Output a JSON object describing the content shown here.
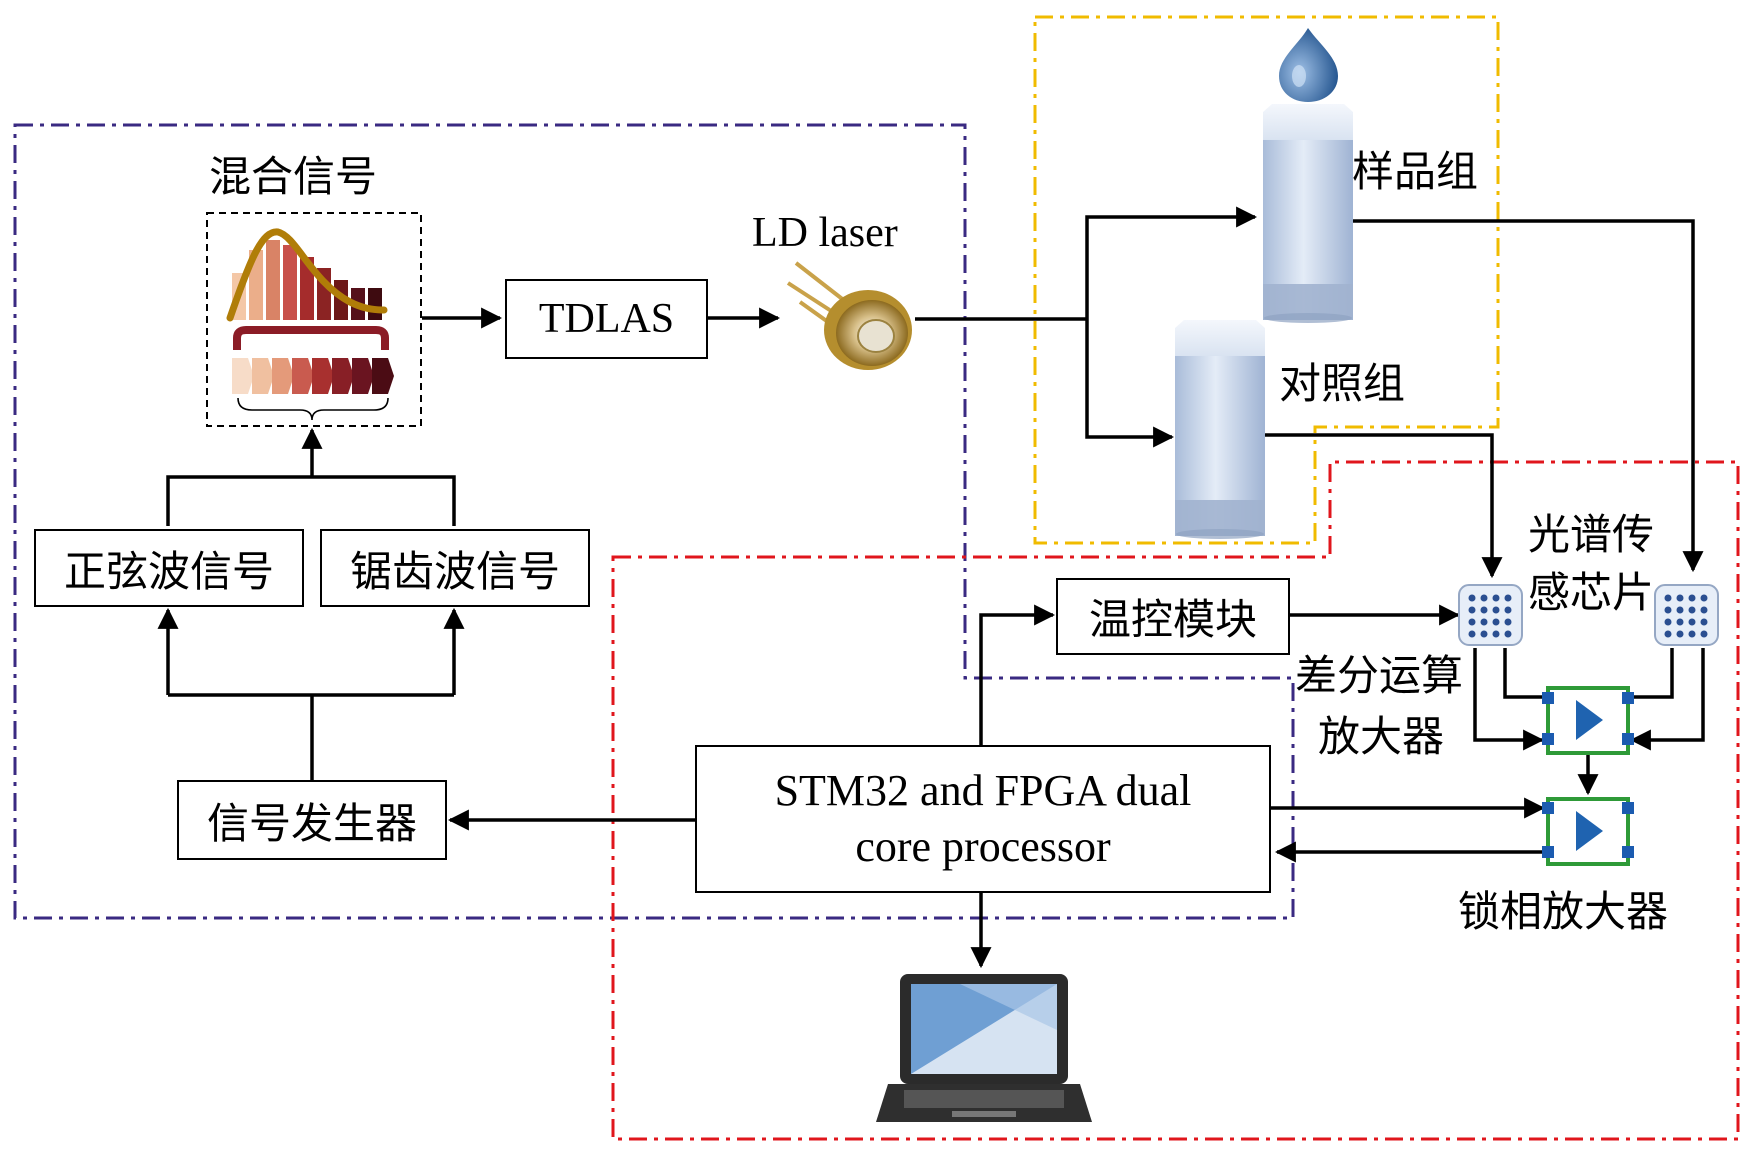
{
  "labels": {
    "mixed_signal": "混合信号",
    "tdlas": "TDLAS",
    "ld_laser": "LD laser",
    "sample_group": "样品组",
    "control_group": "对照组",
    "sine_wave": "正弦波信号",
    "sawtooth_wave": "锯齿波信号",
    "signal_generator": "信号发生器",
    "temp_module": "温控模块",
    "spectral_chip_line1": "光谱传",
    "spectral_chip_line2": "感芯片",
    "diff_amp_line1": "差分运算",
    "diff_amp_line2": "放大器",
    "processor_line1": "STM32 and FPGA dual",
    "processor_line2": "core processor",
    "lockin_amp": "锁相放大器"
  },
  "colors": {
    "purple_region": "#3a2a82",
    "yellow_region": "#f0bb00",
    "red_region": "#e0161c",
    "amp_border": "#2e9a38",
    "amp_triangle": "#1f63b0",
    "amp_pin": "#1b5bb0",
    "cuvette": "#b8cbe6",
    "screen": "#6f9fd3"
  },
  "icons": {
    "droplet": "droplet-icon",
    "laser_diode": "laser-diode-icon",
    "cuvette": "cuvette-icon",
    "chip": "sensor-chip-icon",
    "amplifier": "amplifier-icon",
    "laptop": "laptop-icon",
    "mixed_signal": "waveform-bars-icon"
  }
}
